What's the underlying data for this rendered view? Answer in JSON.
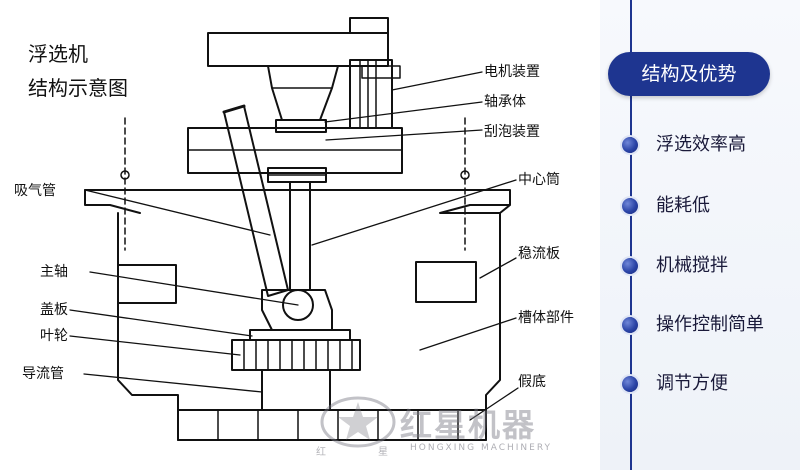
{
  "title": {
    "line1": "浮选机",
    "line2": "结构示意图"
  },
  "labels": {
    "motor": "电机装置",
    "bearing": "轴承体",
    "scraper": "刮泡装置",
    "center_tube": "中心筒",
    "air_pipe": "吸气管",
    "stabilizer": "稳流板",
    "main_shaft": "主轴",
    "tank": "槽体部件",
    "cover": "盖板",
    "impeller": "叶轮",
    "guide_pipe": "导流管",
    "false_bottom": "假底"
  },
  "side": {
    "heading": "结构及优势",
    "features": [
      "浮选效率高",
      "能耗低",
      "机械搅拌",
      "操作控制简单",
      "调节方便"
    ]
  },
  "watermark": {
    "brand_cn": "红星机器",
    "brand_en": "HONGXING MACHINERY",
    "small_left": "红",
    "small_right": "星"
  },
  "colors": {
    "accent": "#1e3590",
    "line": "#111111"
  }
}
